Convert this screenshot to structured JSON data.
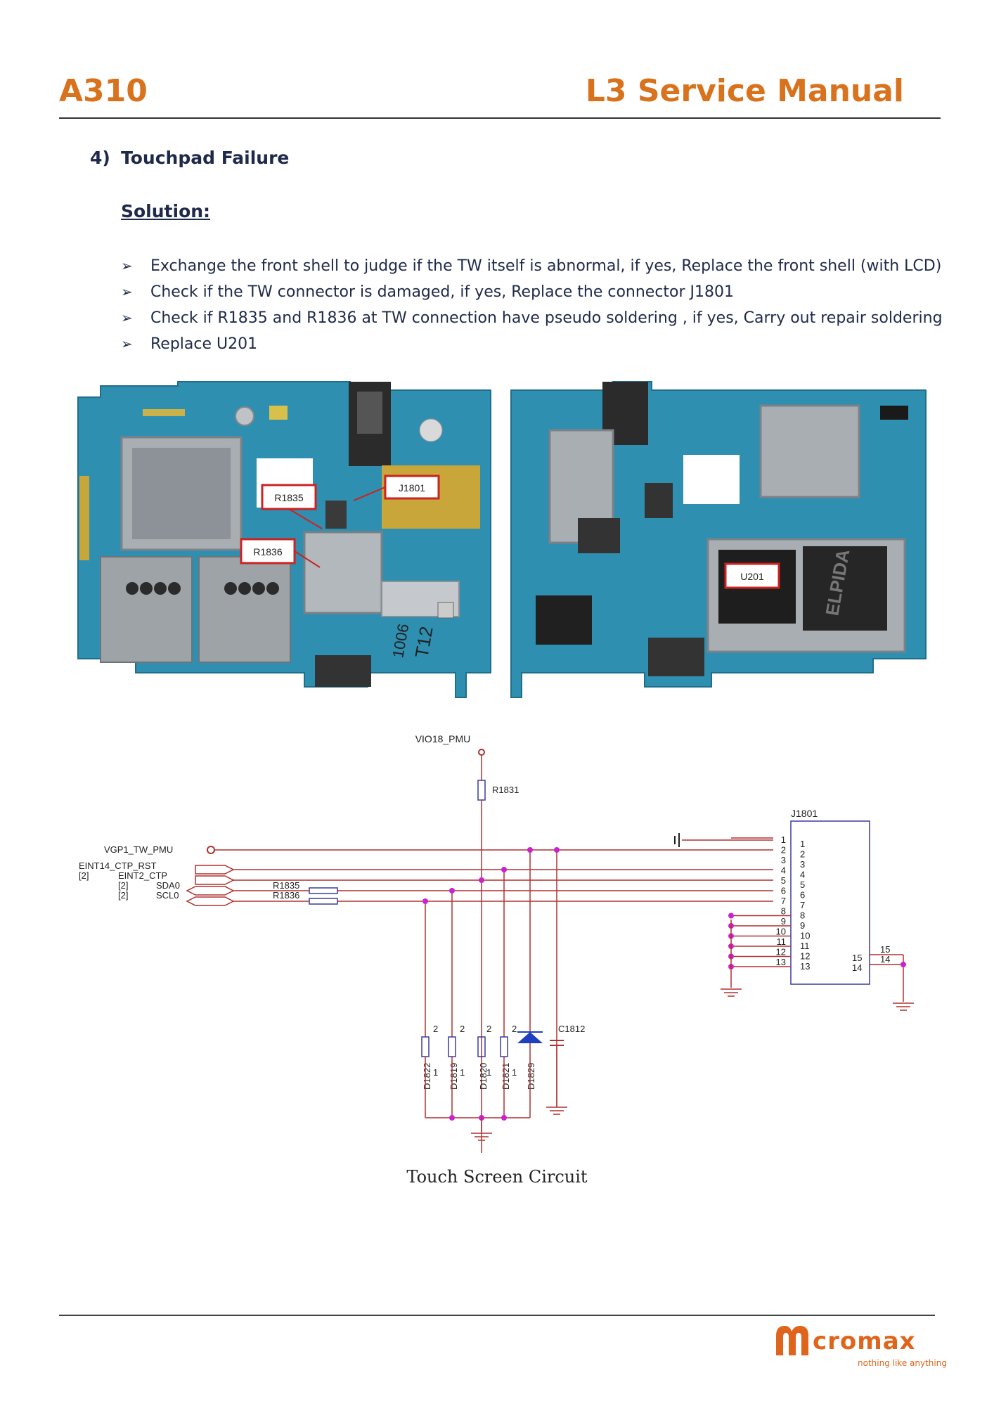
{
  "header": {
    "model": "A310",
    "manual_title": "L3 Service Manual"
  },
  "section": {
    "number": "4)",
    "title": "Touchpad Failure"
  },
  "solution_heading": "Solution:",
  "steps": [
    "Exchange the front shell to judge if the TW itself is abnormal, if yes, Replace the front shell (with LCD)",
    "Check if the TW connector is damaged, if yes, Replace the connector J1801",
    "Check if R1835 and R1836 at TW connection have pseudo soldering , if yes, Carry out repair soldering",
    "Replace U201"
  ],
  "board_callouts": {
    "r1835": "R1835",
    "j1801": "J1801",
    "r1836": "R1836",
    "u201": "U201"
  },
  "board_print": {
    "t12": "T12",
    "l006": "1006",
    "elpida": "ELPIDA"
  },
  "schematic": {
    "supply": "VIO18_PMU",
    "r1831": "R1831",
    "vgp1": "VGP1_TW_PMU",
    "eint14": "EINT14_CTP_RST",
    "eint2": "EINT2_CTP",
    "sda0": "SDA0",
    "scl0": "SCL0",
    "ref2": "[2]",
    "r1835": "R1835",
    "r1836": "R1836",
    "connector": "J1801",
    "c1812": "C1812",
    "diodes": [
      "D1822",
      "D1819",
      "D1820",
      "D1821",
      "D1829"
    ],
    "pin_two": "2",
    "pin_one": "1",
    "left_pins": [
      "1",
      "2",
      "3",
      "4",
      "5",
      "6",
      "7",
      "8",
      "9",
      "10",
      "11",
      "12",
      "13"
    ],
    "inner_pins": [
      "1",
      "2",
      "3",
      "4",
      "5",
      "6",
      "7",
      "8",
      "9",
      "10",
      "11",
      "12",
      "13"
    ],
    "right_pins": [
      "15",
      "14"
    ],
    "shell_pins": [
      "15",
      "14"
    ]
  },
  "caption": "Touch Screen Circuit",
  "brand": {
    "logo": "cromax",
    "tagline": "nothing like anything"
  },
  "colors": {
    "accent": "#d9721d",
    "trace": "#b03030",
    "junction": "#cc22cc",
    "board": "#2f8fb0"
  }
}
